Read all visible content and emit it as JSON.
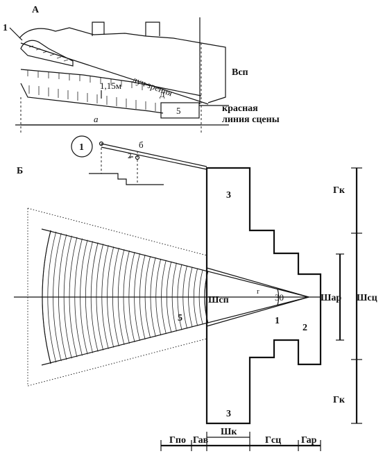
{
  "section_a": {
    "label": "А",
    "callout_1": "1",
    "sightline": "луч зрения",
    "step_height": "1,15м",
    "label_d": "Д",
    "label_5": "5",
    "label_a": "а",
    "label_vsp": "Всп",
    "red_line_1": "красная",
    "red_line_2": "линия сцены"
  },
  "detail_1": {
    "number": "1",
    "label_b": "б",
    "label_2": "2"
  },
  "section_b": {
    "label": "Б",
    "zone_3_top": "3",
    "zone_3_bottom": "3",
    "zone_5": "5",
    "zone_1": "1",
    "zone_2": "2",
    "angle": "30",
    "r": "r",
    "shsp": "Шсп",
    "shar": "Шар",
    "gk_top": "Гк",
    "gk_bottom": "Гк",
    "shsc": "Шсц",
    "dim_gpo": "Гпо",
    "dim_gav": "Гав",
    "dim_shk": "Шк",
    "dim_gsc": "Гсц",
    "dim_gar": "Гар"
  }
}
